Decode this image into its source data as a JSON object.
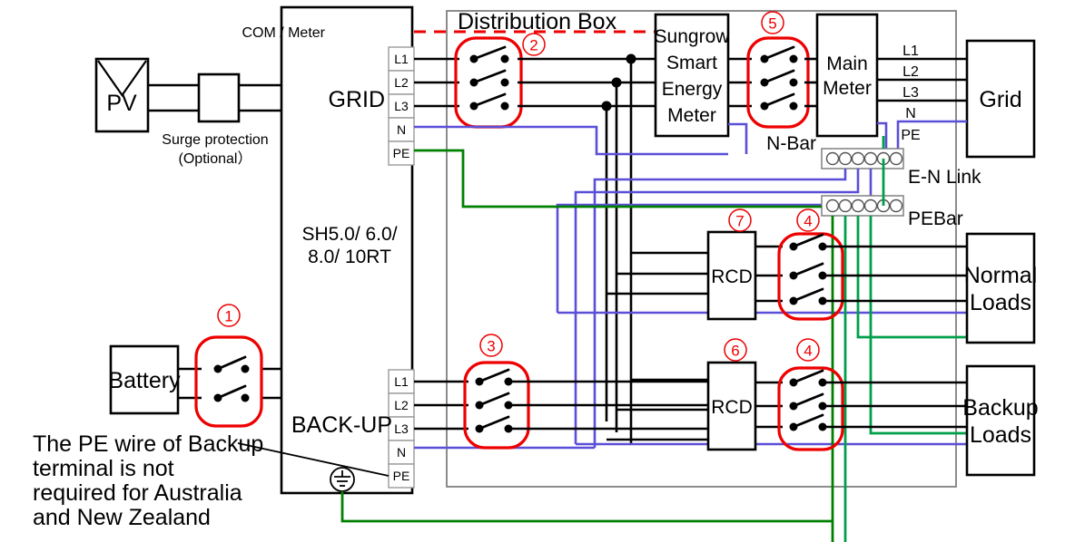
{
  "title": "Sungrow SH-RT three-phase hybrid inverter wiring diagram",
  "labels": {
    "pv": "PV",
    "surge_line1": "Surge protection",
    "surge_line2": "(Optional）",
    "inverter_line1": "SH5.0/ 6.0/",
    "inverter_line2": "8.0/ 10RT",
    "com_meter": "COM / Meter",
    "grid_port": "GRID",
    "backup_port": "BACK-UP",
    "battery": "Battery",
    "distribution_box": "Distribution Box",
    "smart_meter_l1": "Sungrow",
    "smart_meter_l2": "Smart",
    "smart_meter_l3": "Energy",
    "smart_meter_l4": "Meter",
    "main_meter_l1": "Main",
    "main_meter_l2": "Meter",
    "grid": "Grid",
    "n_bar": "N-Bar",
    "pe_bar": "PEBar",
    "en_link": "E-N Link",
    "rcd": "RCD",
    "normal_loads_l1": "Normal",
    "normal_loads_l2": "Loads",
    "backup_loads_l1": "Backup",
    "backup_loads_l2": "Loads",
    "note_l1": "The PE wire of Backup",
    "note_l2": "terminal is not",
    "note_l3": "required for Australia",
    "note_l4": "and New Zealand"
  },
  "grid_terminals": [
    "L1",
    "L2",
    "L3",
    "N",
    "PE"
  ],
  "backup_terminals": [
    "L1",
    "L2",
    "L3",
    "N",
    "PE"
  ],
  "grid_side_lines": [
    "L1",
    "L2",
    "L3",
    "N",
    "PE"
  ],
  "markers": [
    {
      "id": "1",
      "glyph": "①"
    },
    {
      "id": "2",
      "glyph": "②"
    },
    {
      "id": "3",
      "glyph": "③"
    },
    {
      "id": "4",
      "glyph": "④"
    },
    {
      "id": "5",
      "glyph": "⑤"
    },
    {
      "id": "6",
      "glyph": "⑥"
    },
    {
      "id": "7",
      "glyph": "⑦"
    }
  ],
  "colors": {
    "line_black": "#000000",
    "neutral_blue": "#5b4fd8",
    "earth_green": "#008000",
    "earth_green_light": "#00a04a",
    "marker_red": "#ee0000",
    "box_gray": "#808080"
  },
  "bar_terminal_count": 6
}
